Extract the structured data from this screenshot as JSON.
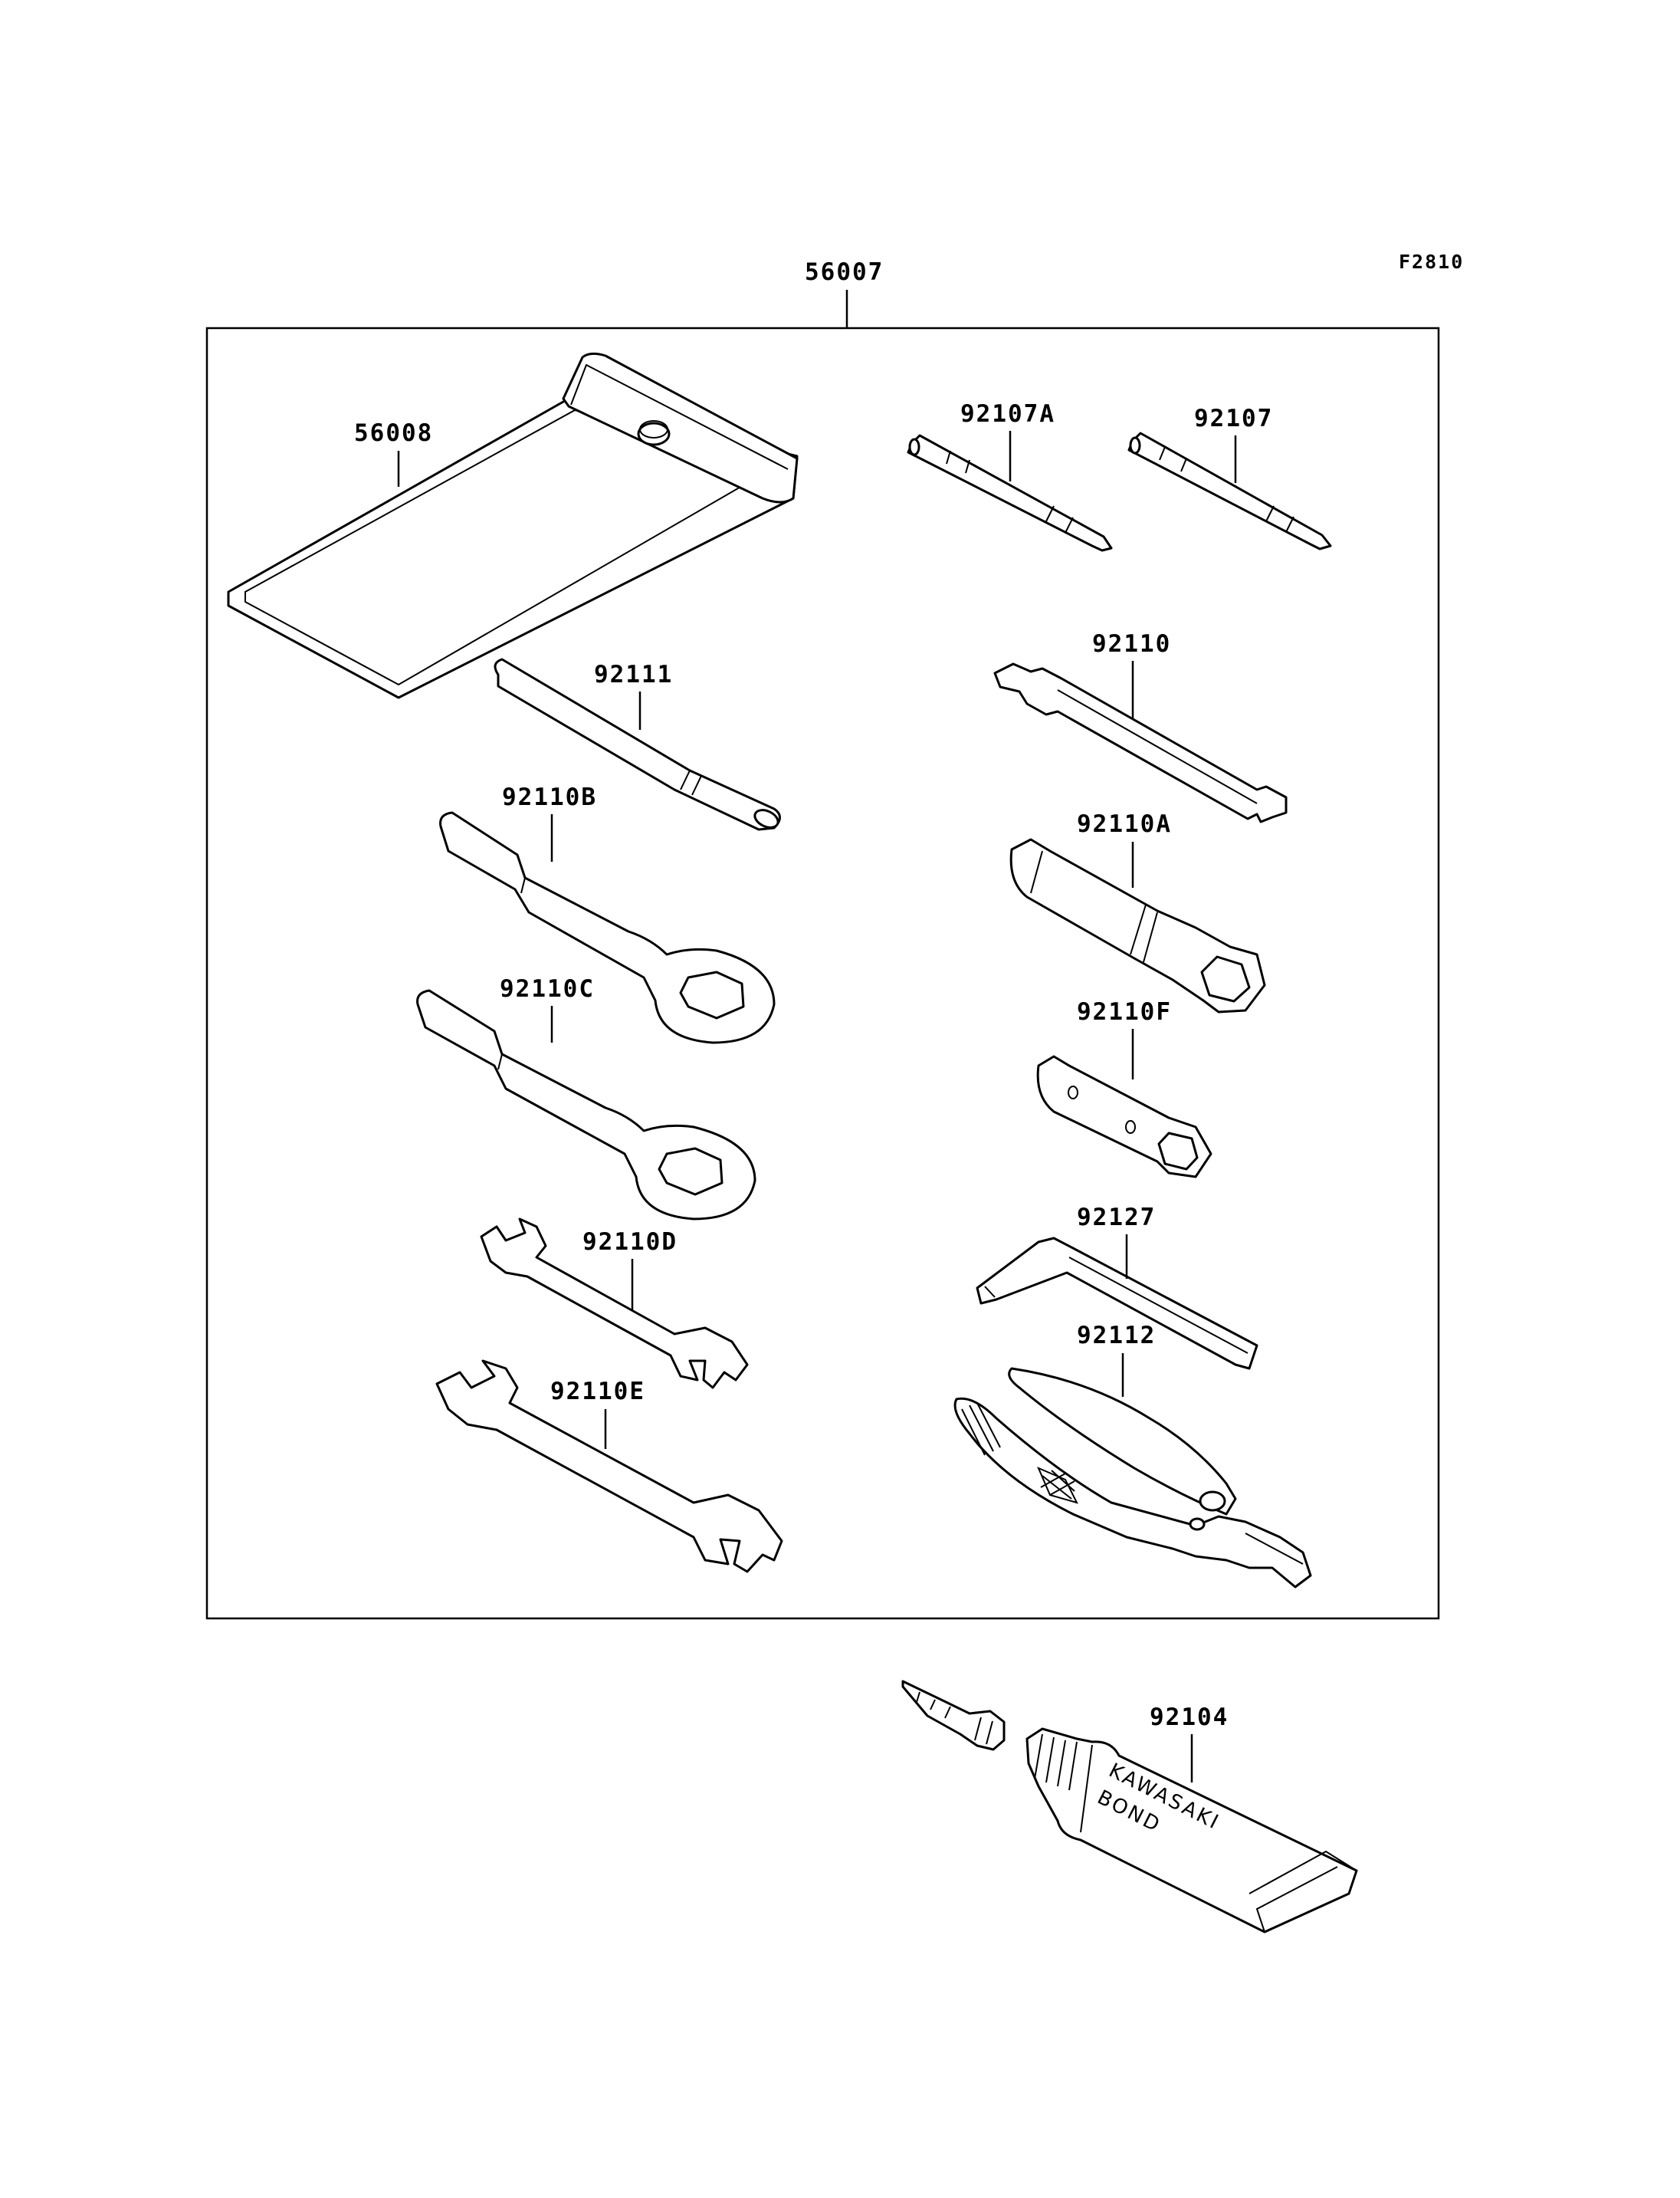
{
  "figure_code": "F2810",
  "kit_label": "56007",
  "parts": {
    "p56008": "56008",
    "p92107A": "92107A",
    "p92107": "92107",
    "p92111": "92111",
    "p92110": "92110",
    "p92110B": "92110B",
    "p92110A": "92110A",
    "p92110C": "92110C",
    "p92110F": "92110F",
    "p92110D": "92110D",
    "p92127": "92127",
    "p92112": "92112",
    "p92110E": "92110E",
    "p92104": "92104"
  },
  "tube_text": {
    "line1": "KAWASAKI",
    "line2": "BOND"
  }
}
